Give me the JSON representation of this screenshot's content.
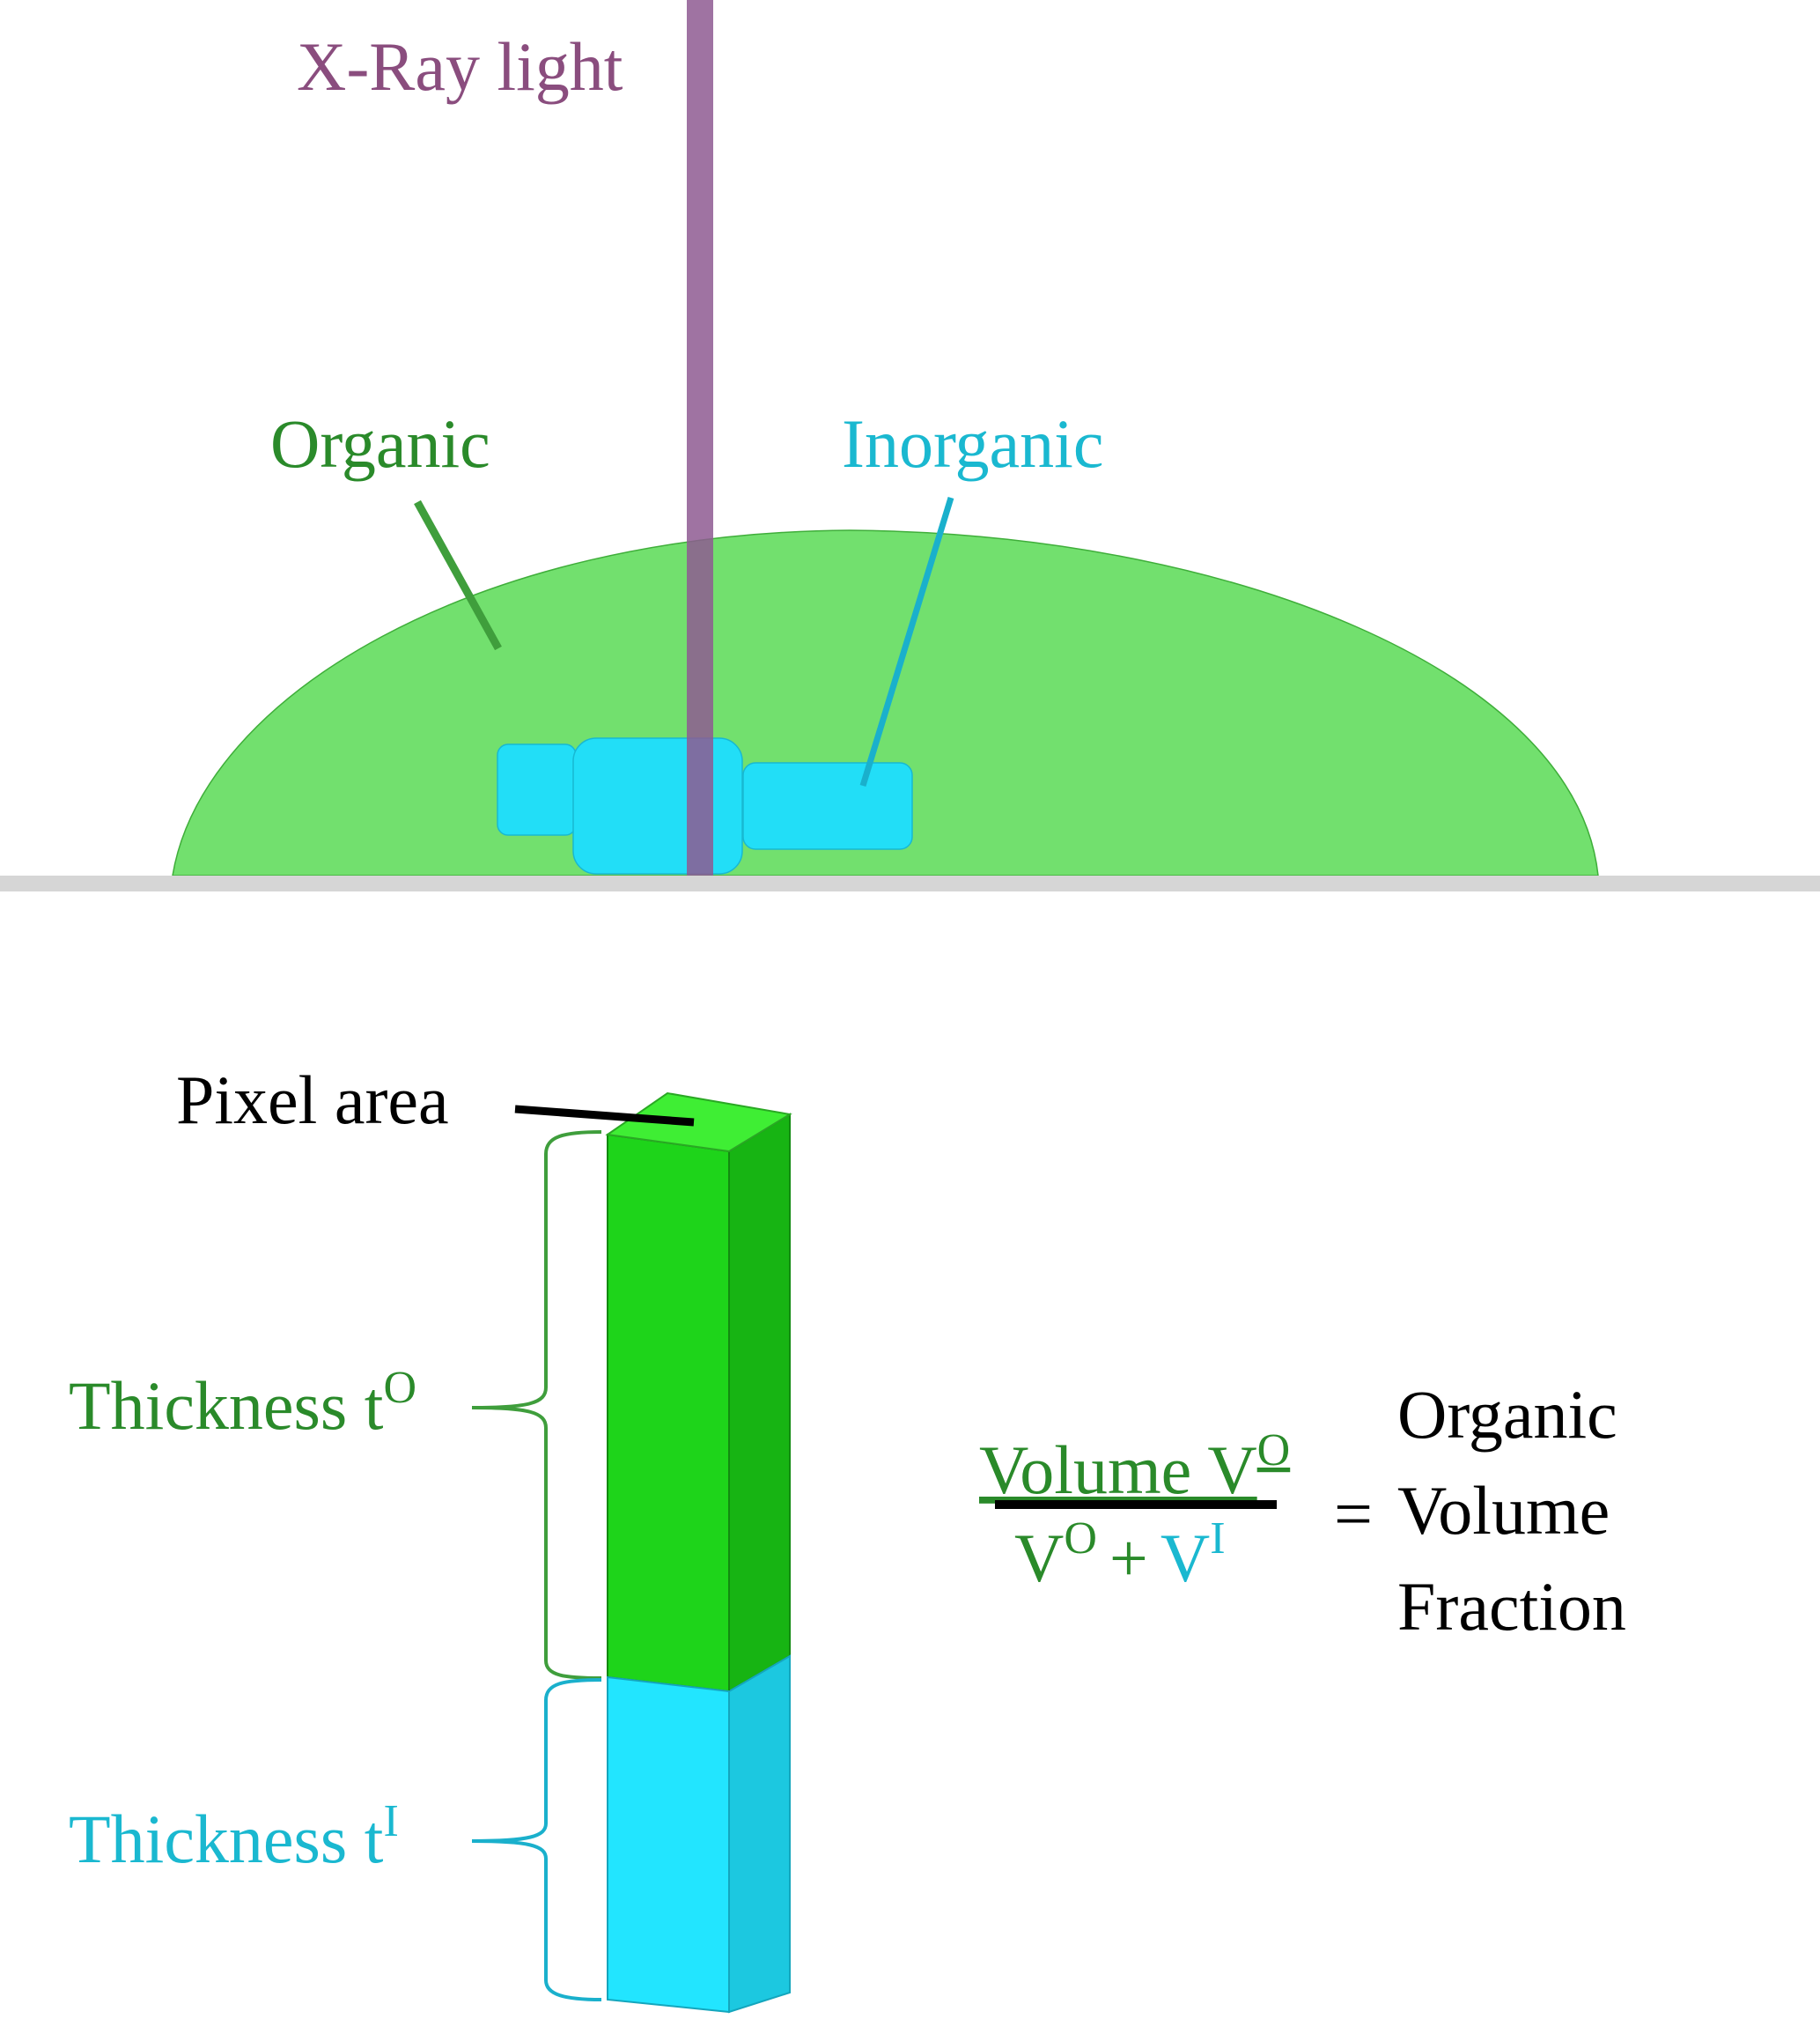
{
  "labels": {
    "xray": "X-Ray light",
    "organic": "Organic",
    "inorganic": "Inorganic",
    "pixel_area": "Pixel area",
    "thickness_organic": "Thickness t",
    "thickness_organic_sup": "O",
    "thickness_inorganic": "Thickness t",
    "thickness_inorganic_sup": "I"
  },
  "equation": {
    "numerator": "Volume V",
    "numerator_sup": "O",
    "denominator_left": "V",
    "denominator_left_sup": "O",
    "plus": "+",
    "denominator_right": "V",
    "denominator_right_sup": "I",
    "equals": "=",
    "result_line1": "Organic",
    "result_line2": "Volume",
    "result_line3": "Fraction"
  },
  "colors": {
    "organic_text": "#2a8a2a",
    "inorganic_text": "#1ab8d0",
    "xray_text": "#8a4d7e",
    "organic_fill": "#72e06e",
    "inorganic_fill": "#22def7",
    "xray_beam": "#8e5a92",
    "ground": "#d6d6d6",
    "column_organic": "#1ed41a",
    "column_top": "#3fee34"
  }
}
